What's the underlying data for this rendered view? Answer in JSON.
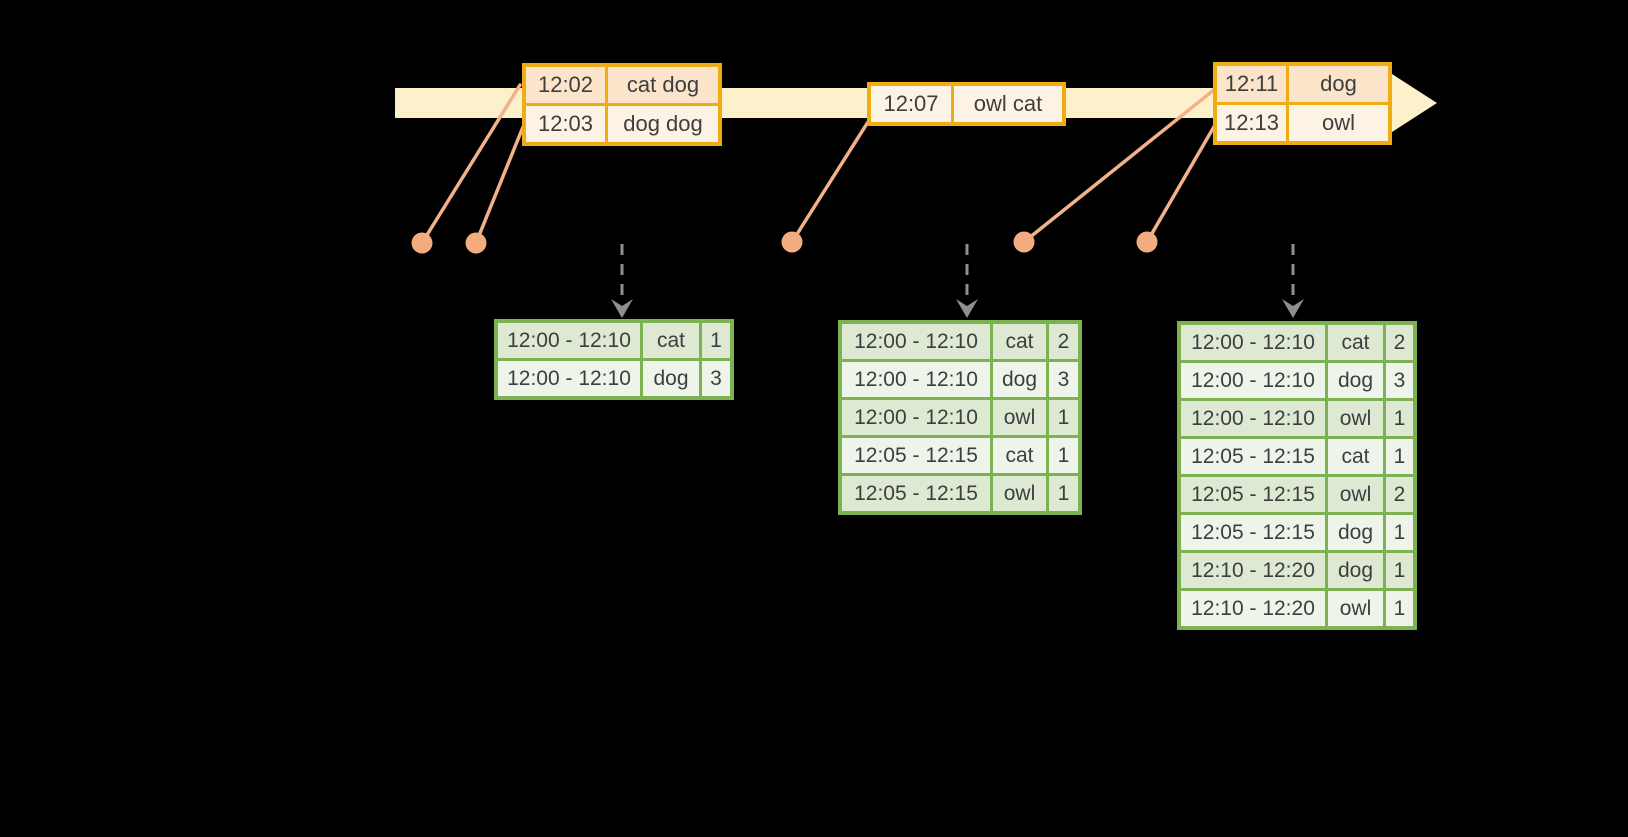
{
  "colors": {
    "bg": "#000000",
    "band": "#FCF1CB",
    "amber": "#EFAD13",
    "peach": "#FBE4C9",
    "cream": "#FDF3E5",
    "salmon": "#F2B189",
    "salmon-dot": "#F2AC7D",
    "gray": "#8F8F8F",
    "green": "#7CB251",
    "green-dark": "#DDE9D3",
    "green-light": "#EFF4EB",
    "ink": "#3E3E3E"
  },
  "icons": {
    "timeline_arrow": "right-arrow",
    "event_marker": "dot",
    "trigger_arrow": "down-dashed-arrow"
  },
  "event_tables": [
    {
      "rows": [
        {
          "time": "12:02",
          "words": "cat dog",
          "shade": "dark"
        },
        {
          "time": "12:03",
          "words": "dog dog",
          "shade": "light"
        }
      ]
    },
    {
      "rows": [
        {
          "time": "12:07",
          "words": "owl cat",
          "shade": "light"
        }
      ]
    },
    {
      "rows": [
        {
          "time": "12:11",
          "words": "dog",
          "shade": "dark"
        },
        {
          "time": "12:13",
          "words": "owl",
          "shade": "light"
        }
      ]
    }
  ],
  "result_tables": [
    {
      "rows": [
        {
          "window": "12:00 - 12:10",
          "word": "cat",
          "count": "1",
          "shade": "dark"
        },
        {
          "window": "12:00 - 12:10",
          "word": "dog",
          "count": "3",
          "shade": "light"
        }
      ]
    },
    {
      "rows": [
        {
          "window": "12:00 - 12:10",
          "word": "cat",
          "count": "2",
          "shade": "dark"
        },
        {
          "window": "12:00 - 12:10",
          "word": "dog",
          "count": "3",
          "shade": "light"
        },
        {
          "window": "12:00 - 12:10",
          "word": "owl",
          "count": "1",
          "shade": "dark"
        },
        {
          "window": "12:05 - 12:15",
          "word": "cat",
          "count": "1",
          "shade": "light"
        },
        {
          "window": "12:05 - 12:15",
          "word": "owl",
          "count": "1",
          "shade": "dark"
        }
      ]
    },
    {
      "rows": [
        {
          "window": "12:00 - 12:10",
          "word": "cat",
          "count": "2",
          "shade": "dark"
        },
        {
          "window": "12:00 - 12:10",
          "word": "dog",
          "count": "3",
          "shade": "light"
        },
        {
          "window": "12:00 - 12:10",
          "word": "owl",
          "count": "1",
          "shade": "dark"
        },
        {
          "window": "12:05 - 12:15",
          "word": "cat",
          "count": "1",
          "shade": "light"
        },
        {
          "window": "12:05 - 12:15",
          "word": "owl",
          "count": "2",
          "shade": "dark"
        },
        {
          "window": "12:05 - 12:15",
          "word": "dog",
          "count": "1",
          "shade": "light"
        },
        {
          "window": "12:10 - 12:20",
          "word": "dog",
          "count": "1",
          "shade": "dark"
        },
        {
          "window": "12:10 - 12:20",
          "word": "owl",
          "count": "1",
          "shade": "light"
        }
      ]
    }
  ]
}
